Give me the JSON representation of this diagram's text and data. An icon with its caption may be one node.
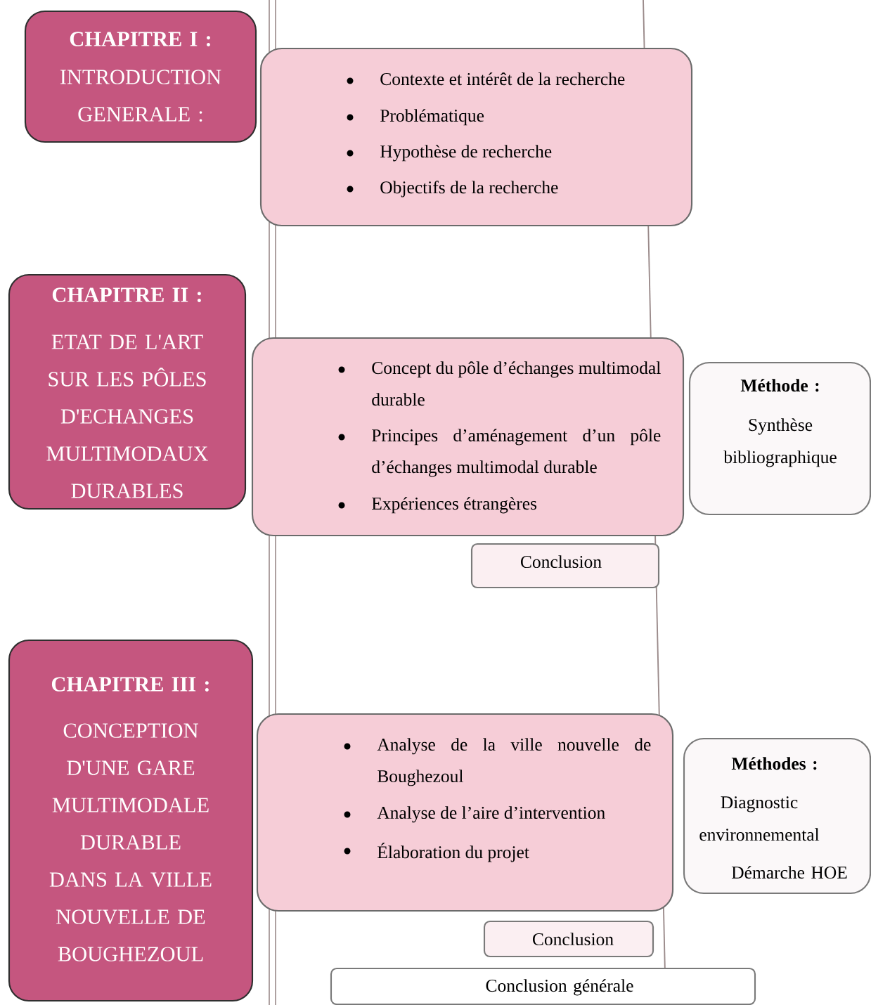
{
  "diagram": {
    "nodes": [
      {
        "text": [
          "CHAPITRE I :",
          "INTRODUCTION GENERALE :"
        ]
      },
      {
        "text": [
          "Contexte et intérêt de la recherche",
          "Problématique",
          "Hypothèse de recherche",
          "Objectifs de la recherche"
        ]
      },
      {
        "text": [
          "CHAPITRE II :",
          "ETAT DE L'ART SUR LES PÔLES D'ECHANGES MULTIMODAUX DURABLES"
        ]
      },
      {
        "text": [
          "Concept du pôle d’échanges multimodal durable",
          "Principes d’aménagement d’un pôle d’échanges multimodal durable",
          "Expériences étrangères"
        ]
      },
      {
        "text": [
          "Méthode :",
          "Synthèse bibliographique"
        ]
      },
      {
        "text": [
          "Conclusion"
        ]
      },
      {
        "text": [
          "CHAPITRE III :",
          "CONCEPTION D'UNE GARE MULTIMODALE DURABLE DANS LA VILLE NOUVELLE DE BOUGHEZOUL"
        ]
      },
      {
        "text": [
          "Analyse de la ville nouvelle de Boughezoul",
          "Analyse de l’aire d’intervention",
          "Élaboration du projet"
        ]
      },
      {
        "text": [
          "Méthodes :",
          "Diagnostic environnemental",
          "Démarche HOE"
        ]
      },
      {
        "text": [
          "Conclusion"
        ]
      },
      {
        "text": [
          "Conclusion générale"
        ]
      }
    ]
  }
}
